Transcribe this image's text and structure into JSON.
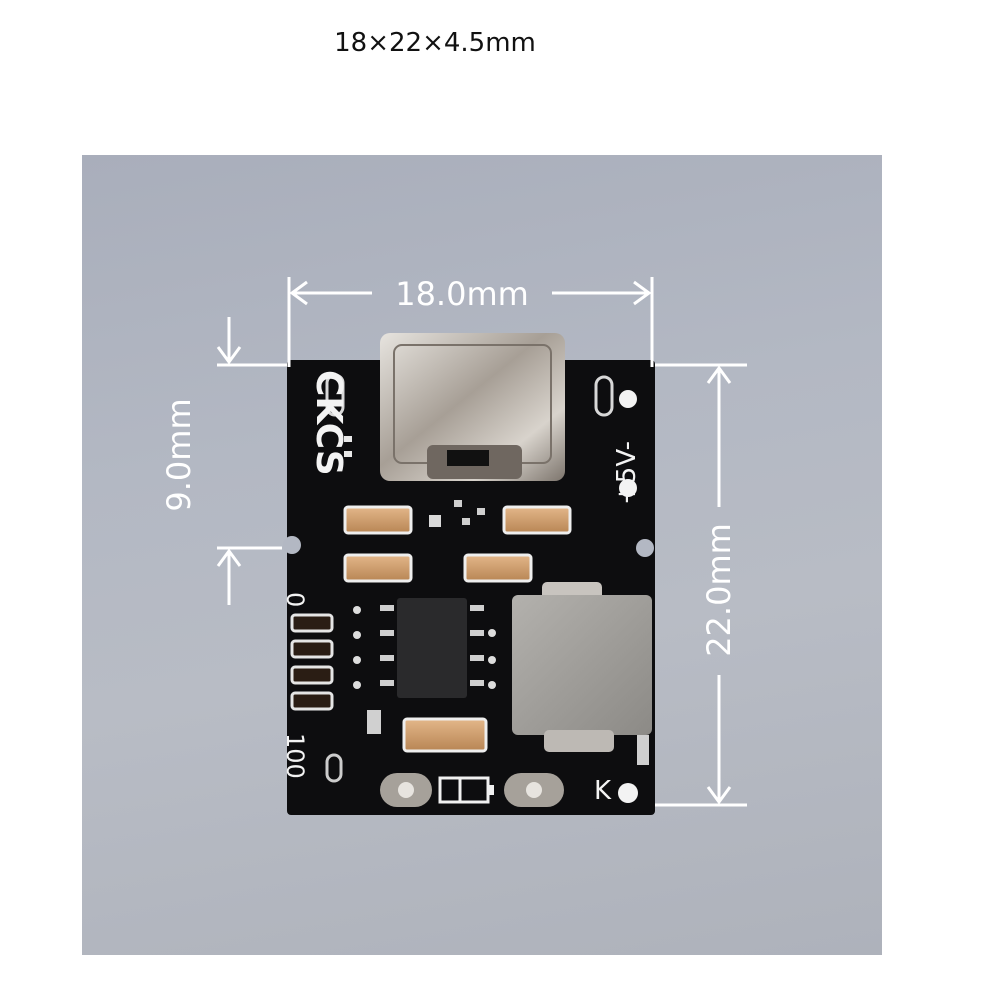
{
  "title": "18×22×4.5mm",
  "dimensions": {
    "width_label": "18.0mm",
    "height_label": "22.0mm",
    "offset_label": "9.0mm"
  },
  "silkscreen": {
    "brand": "CKCS",
    "pin_label": "+5V-",
    "scale_low": "0",
    "scale_high": "100",
    "key_label": "K"
  },
  "colors": {
    "background": "#b3b8c3",
    "board": "#0d0d0f",
    "dimension_lines": "#ffffff"
  }
}
